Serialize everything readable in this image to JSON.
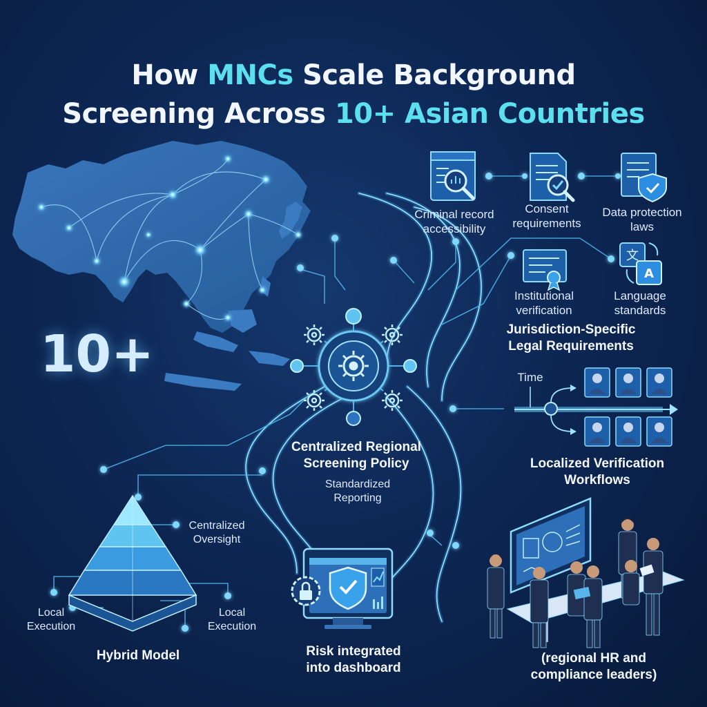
{
  "title": {
    "line1_pre": "How ",
    "line1_hl": "MNCs",
    "line1_post": " Scale Background",
    "line2_pre": "Screening Across ",
    "line2_hl": "10+ Asian Countries"
  },
  "big_number": "10+",
  "legal": {
    "criminal": [
      "Criminal record",
      "accessibility"
    ],
    "consent": [
      "Consent",
      "requirements"
    ],
    "data_protection": [
      "Data protection",
      "laws"
    ],
    "institutional": [
      "Institutional",
      "verification"
    ],
    "language": [
      "Language",
      "standards"
    ],
    "heading": [
      "Jurisdiction-Specific",
      "Legal Requirements"
    ]
  },
  "hub": {
    "policy": [
      "Centralized Regional",
      "Screening Policy"
    ],
    "reporting": [
      "Standardized",
      "Reporting"
    ]
  },
  "workflow": {
    "time_label": "Time",
    "heading": [
      "Localized Verification",
      "Workflows"
    ]
  },
  "hybrid": {
    "oversight": [
      "Centralized",
      "Oversight"
    ],
    "local_left": [
      "Local",
      "Execution"
    ],
    "local_right": [
      "Local",
      "Execution"
    ],
    "heading": "Hybrid Model"
  },
  "dashboard": {
    "caption": [
      "Risk integrated",
      "into dashboard"
    ]
  },
  "leaders": {
    "caption": [
      "(regional HR and",
      "compliance leaders)"
    ]
  },
  "colors": {
    "accent": "#5ce0f0",
    "glow": "#7fd8ff",
    "line": "#4fb3ea",
    "panel": "#1d5fa8"
  },
  "icons": [
    "magnifier-document-icon",
    "consent-document-icon",
    "shield-document-icon",
    "certificate-icon",
    "translate-icon",
    "gear-icon",
    "shield-check-icon",
    "padlock-gear-icon",
    "person-icon",
    "pyramid-icon",
    "world-map-icon"
  ]
}
